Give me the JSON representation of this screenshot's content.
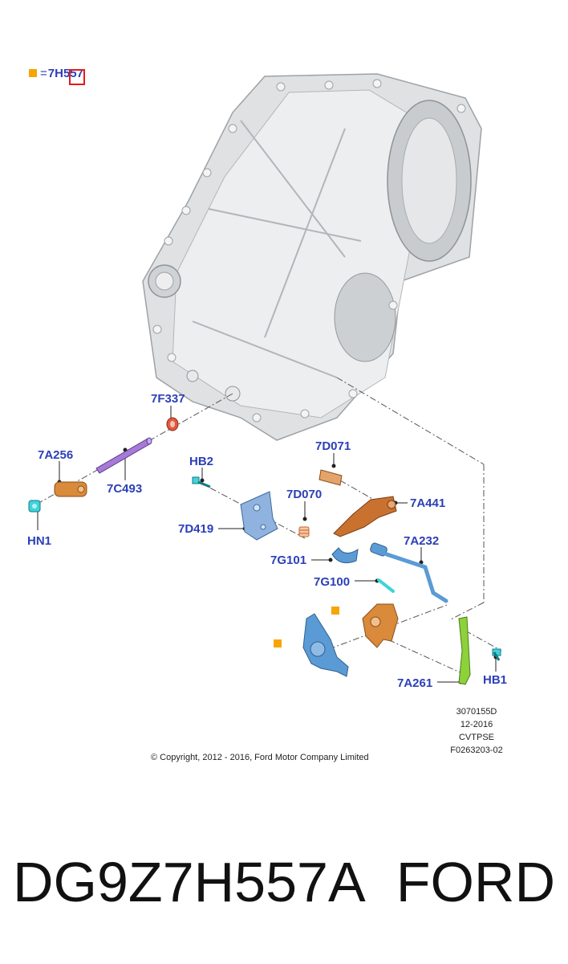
{
  "legend": {
    "marker_color": "#f5a600",
    "equals": "=",
    "part_code": "7H557",
    "highlight_color": "#e21b1b"
  },
  "labels": {
    "7F337": "7F337",
    "7A256": "7A256",
    "7C493": "7C493",
    "HN1": "HN1",
    "HB2": "HB2",
    "7D419": "7D419",
    "7D071": "7D071",
    "7D070": "7D070",
    "7A441": "7A441",
    "7A232": "7A232",
    "7G101": "7G101",
    "7G100": "7G100",
    "7A261": "7A261",
    "HB1": "HB1"
  },
  "callout_markers": [
    {
      "ref": "7H557",
      "color": "#f5a600"
    },
    {
      "ref": "7H557",
      "color": "#f5a600"
    }
  ],
  "meta": {
    "illustration_id": "3070155D",
    "date": "12-2016",
    "model": "CVTPSE",
    "figure_id": "F0263203-02"
  },
  "copyright": "© Copyright, 2012 - 2016, Ford Motor Company Limited",
  "title": {
    "part_number": "DG9Z7H557A",
    "brand": "FORD"
  },
  "colors": {
    "label_blue": "#2b3fb8",
    "housing_gray": "#d8dadc",
    "orange_part": "#d98a3a",
    "blue_part": "#5b9bd5",
    "purple_part": "#a77ad8",
    "green_part": "#8dd13b",
    "teal_part": "#3fd3dc"
  }
}
